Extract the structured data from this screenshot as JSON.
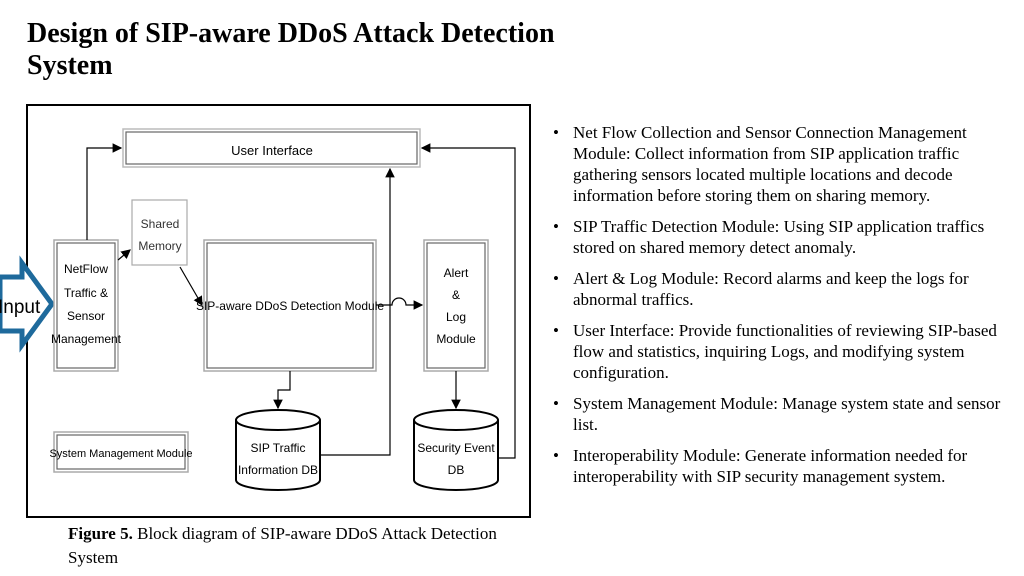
{
  "title": "Design of SIP-aware DDoS Attack Detection System",
  "diagram": {
    "input_label": "Input",
    "user_interface": "User Interface",
    "shared_memory": [
      "Shared",
      "Memory"
    ],
    "netflow": [
      "NetFlow",
      "Traffic &",
      "Sensor",
      "Management"
    ],
    "detection_module": "SIP-aware DDoS Detection Module",
    "alert_log": [
      "Alert",
      "&",
      "Log",
      "Module"
    ],
    "sip_db": [
      "SIP Traffic",
      "Information DB"
    ],
    "security_db": [
      "Security Event",
      "DB"
    ],
    "system_management": "System Management Module"
  },
  "caption": {
    "label": "Figure 5.",
    "text": " Block diagram of SIP-aware DDoS Attack Detection System"
  },
  "bullets": [
    "Net Flow Collection and Sensor Connection Management Module: Collect information from SIP application traffic gathering sensors located multiple locations and decode information before storing them on sharing memory.",
    "SIP Traffic Detection Module: Using SIP application traffics stored on shared memory detect anomaly.",
    " Alert & Log Module: Record alarms and keep the logs for abnormal traffics.",
    "User Interface: Provide functionalities of reviewing SIP-based flow and statistics, inquiring Logs, and modifying system configuration.",
    " System Management Module: Manage system state and sensor list.",
    " Interoperability Module: Generate information needed for interoperability with SIP security management system."
  ]
}
